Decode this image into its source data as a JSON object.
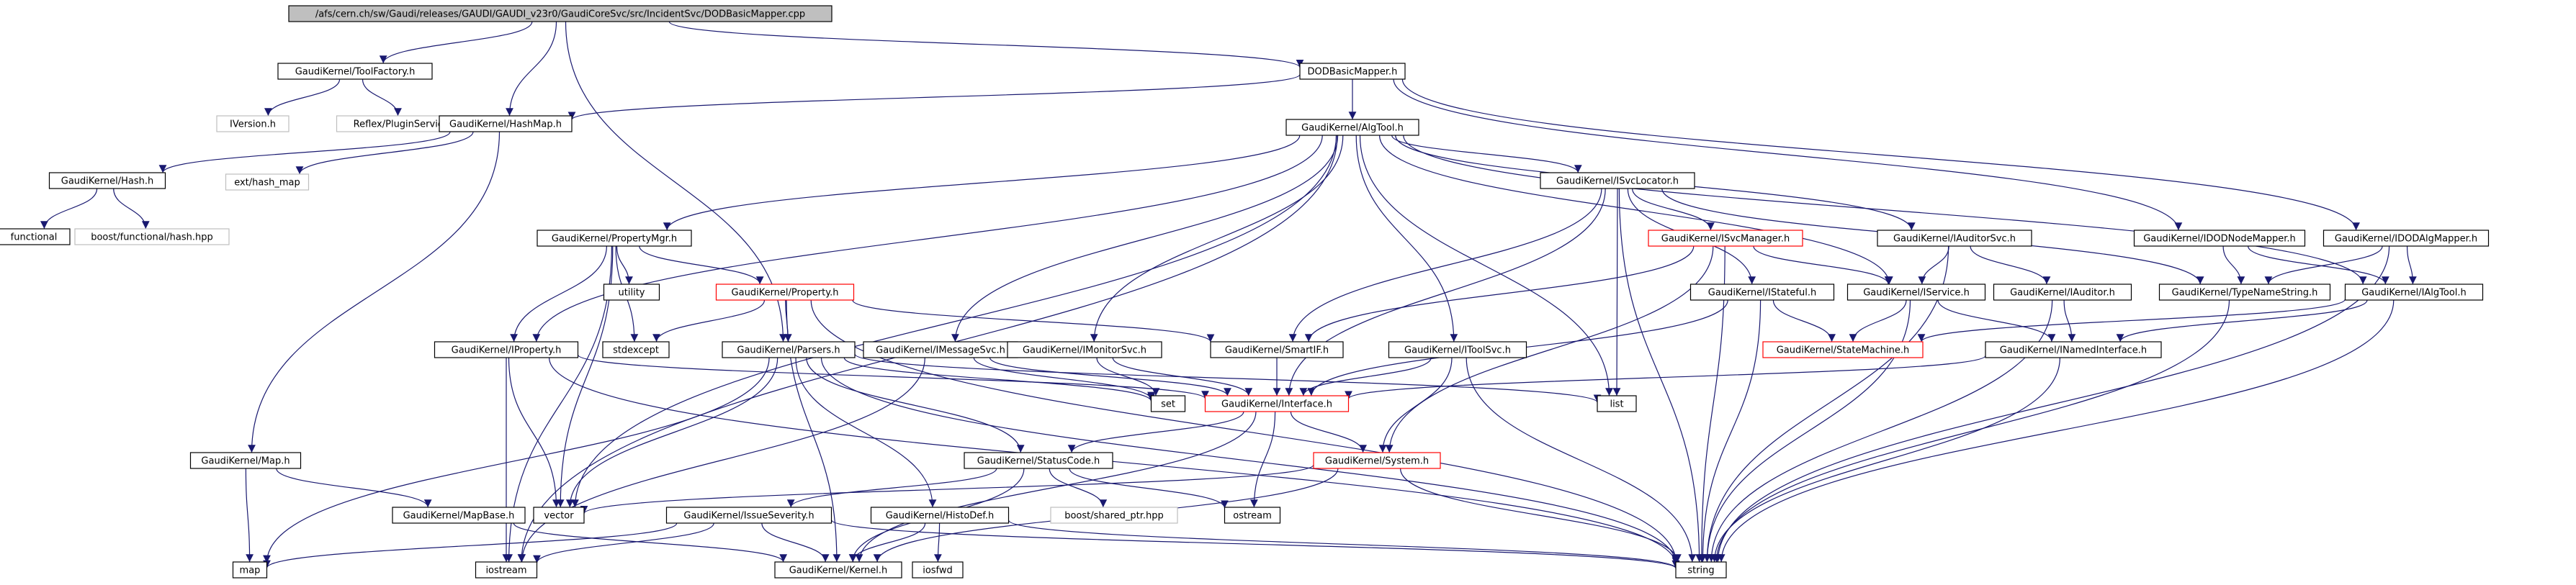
{
  "colors": {
    "edge": "#191970",
    "root_fill": "#bfbfbf",
    "box_fill": "#ffffff",
    "border_documented": "#000000",
    "border_truncated": "#ff0000",
    "border_external": "#bfbfbf"
  },
  "diagram": {
    "nodes": [
      {
        "id": "root",
        "label": "/afs/cern.ch/sw/Gaudi/releases/GAUDI/GAUDI_v23r0/GaudiCoreSvc/src/IncidentSvc/DODBasicMapper.cpp",
        "kind": "root"
      },
      {
        "id": "toolfactory",
        "label": "GaudiKernel/ToolFactory.h",
        "kind": "doc"
      },
      {
        "id": "dodbasicmapper_h",
        "label": "DODBasicMapper.h",
        "kind": "doc"
      },
      {
        "id": "iversion",
        "label": "IVersion.h",
        "kind": "ext"
      },
      {
        "id": "pluginservice",
        "label": "Reflex/PluginService.h",
        "kind": "ext"
      },
      {
        "id": "hashmap",
        "label": "GaudiKernel/HashMap.h",
        "kind": "doc"
      },
      {
        "id": "algtool",
        "label": "GaudiKernel/AlgTool.h",
        "kind": "doc"
      },
      {
        "id": "hash",
        "label": "GaudiKernel/Hash.h",
        "kind": "doc"
      },
      {
        "id": "exthashmap",
        "label": "ext/hash_map",
        "kind": "ext"
      },
      {
        "id": "functional",
        "label": "functional",
        "kind": "doc"
      },
      {
        "id": "boosthash",
        "label": "boost/functional/hash.hpp",
        "kind": "ext"
      },
      {
        "id": "isvclocator",
        "label": "GaudiKernel/ISvcLocator.h",
        "kind": "doc"
      },
      {
        "id": "iauditorsvc",
        "label": "GaudiKernel/IAuditorSvc.h",
        "kind": "doc"
      },
      {
        "id": "idodnodemapper",
        "label": "GaudiKernel/IDODNodeMapper.h",
        "kind": "doc"
      },
      {
        "id": "idodalgmapper",
        "label": "GaudiKernel/IDODAlgMapper.h",
        "kind": "doc"
      },
      {
        "id": "propertymgr",
        "label": "GaudiKernel/PropertyMgr.h",
        "kind": "doc"
      },
      {
        "id": "isvcmanager",
        "label": "GaudiKernel/ISvcManager.h",
        "kind": "trunc"
      },
      {
        "id": "utility",
        "label": "utility",
        "kind": "doc"
      },
      {
        "id": "property",
        "label": "GaudiKernel/Property.h",
        "kind": "trunc"
      },
      {
        "id": "istateful",
        "label": "GaudiKernel/IStateful.h",
        "kind": "doc"
      },
      {
        "id": "iservice",
        "label": "GaudiKernel/IService.h",
        "kind": "doc"
      },
      {
        "id": "iauditor",
        "label": "GaudiKernel/IAuditor.h",
        "kind": "doc"
      },
      {
        "id": "typenamestring",
        "label": "GaudiKernel/TypeNameString.h",
        "kind": "doc"
      },
      {
        "id": "ialgtool",
        "label": "GaudiKernel/IAlgTool.h",
        "kind": "doc"
      },
      {
        "id": "stdexcept",
        "label": "stdexcept",
        "kind": "doc"
      },
      {
        "id": "iproperty",
        "label": "GaudiKernel/IProperty.h",
        "kind": "doc"
      },
      {
        "id": "parsers",
        "label": "GaudiKernel/Parsers.h",
        "kind": "doc"
      },
      {
        "id": "imessagesvc",
        "label": "GaudiKernel/IMessageSvc.h",
        "kind": "doc"
      },
      {
        "id": "imonitorsvc",
        "label": "GaudiKernel/IMonitorSvc.h",
        "kind": "doc"
      },
      {
        "id": "smartif",
        "label": "GaudiKernel/SmartIF.h",
        "kind": "doc"
      },
      {
        "id": "itoolsvc",
        "label": "GaudiKernel/IToolSvc.h",
        "kind": "doc"
      },
      {
        "id": "statemachine",
        "label": "GaudiKernel/StateMachine.h",
        "kind": "trunc"
      },
      {
        "id": "inamedinterface",
        "label": "GaudiKernel/INamedInterface.h",
        "kind": "doc"
      },
      {
        "id": "set",
        "label": "set",
        "kind": "doc"
      },
      {
        "id": "interface",
        "label": "GaudiKernel/Interface.h",
        "kind": "trunc"
      },
      {
        "id": "list",
        "label": "list",
        "kind": "doc"
      },
      {
        "id": "map_h",
        "label": "GaudiKernel/Map.h",
        "kind": "doc"
      },
      {
        "id": "statuscode",
        "label": "GaudiKernel/StatusCode.h",
        "kind": "doc"
      },
      {
        "id": "system",
        "label": "GaudiKernel/System.h",
        "kind": "trunc"
      },
      {
        "id": "mapbase",
        "label": "GaudiKernel/MapBase.h",
        "kind": "doc"
      },
      {
        "id": "vector",
        "label": "vector",
        "kind": "doc"
      },
      {
        "id": "issueseverity",
        "label": "GaudiKernel/IssueSeverity.h",
        "kind": "doc"
      },
      {
        "id": "histodef",
        "label": "GaudiKernel/HistoDef.h",
        "kind": "doc"
      },
      {
        "id": "boostsharedptr",
        "label": "boost/shared_ptr.hpp",
        "kind": "ext"
      },
      {
        "id": "ostream",
        "label": "ostream",
        "kind": "doc"
      },
      {
        "id": "map",
        "label": "map",
        "kind": "doc"
      },
      {
        "id": "iostream",
        "label": "iostream",
        "kind": "doc"
      },
      {
        "id": "kernel",
        "label": "GaudiKernel/Kernel.h",
        "kind": "doc"
      },
      {
        "id": "iosfwd",
        "label": "iosfwd",
        "kind": "doc"
      },
      {
        "id": "string",
        "label": "string",
        "kind": "doc"
      }
    ],
    "edges": [
      [
        "root",
        "toolfactory"
      ],
      [
        "root",
        "hashmap"
      ],
      [
        "root",
        "dodbasicmapper_h"
      ],
      [
        "root",
        "parsers"
      ],
      [
        "toolfactory",
        "iversion"
      ],
      [
        "toolfactory",
        "pluginservice"
      ],
      [
        "dodbasicmapper_h",
        "hashmap"
      ],
      [
        "dodbasicmapper_h",
        "algtool"
      ],
      [
        "dodbasicmapper_h",
        "idodnodemapper"
      ],
      [
        "dodbasicmapper_h",
        "idodalgmapper"
      ],
      [
        "hashmap",
        "hash"
      ],
      [
        "hashmap",
        "exthashmap"
      ],
      [
        "hashmap",
        "map_h"
      ],
      [
        "hash",
        "functional"
      ],
      [
        "hash",
        "boosthash"
      ],
      [
        "algtool",
        "propertymgr"
      ],
      [
        "algtool",
        "iproperty"
      ],
      [
        "algtool",
        "isvclocator"
      ],
      [
        "algtool",
        "iauditorsvc"
      ],
      [
        "algtool",
        "imessagesvc"
      ],
      [
        "algtool",
        "imonitorsvc"
      ],
      [
        "algtool",
        "itoolsvc"
      ],
      [
        "algtool",
        "ialgtool"
      ],
      [
        "algtool",
        "iservice"
      ],
      [
        "algtool",
        "list"
      ],
      [
        "algtool",
        "vector"
      ],
      [
        "algtool",
        "iostream"
      ],
      [
        "isvclocator",
        "isvcmanager"
      ],
      [
        "isvclocator",
        "istateful"
      ],
      [
        "isvclocator",
        "smartif"
      ],
      [
        "isvclocator",
        "interface"
      ],
      [
        "isvclocator",
        "typenamestring"
      ],
      [
        "isvclocator",
        "list"
      ],
      [
        "isvclocator",
        "string"
      ],
      [
        "iauditorsvc",
        "iservice"
      ],
      [
        "iauditorsvc",
        "iauditor"
      ],
      [
        "iauditorsvc",
        "string"
      ],
      [
        "idodnodemapper",
        "typenamestring"
      ],
      [
        "idodnodemapper",
        "ialgtool"
      ],
      [
        "idodalgmapper",
        "typenamestring"
      ],
      [
        "idodalgmapper",
        "ialgtool"
      ],
      [
        "idodalgmapper",
        "string"
      ],
      [
        "propertymgr",
        "iproperty"
      ],
      [
        "propertymgr",
        "property"
      ],
      [
        "propertymgr",
        "utility"
      ],
      [
        "propertymgr",
        "stdexcept"
      ],
      [
        "propertymgr",
        "vector"
      ],
      [
        "propertymgr",
        "iostream"
      ],
      [
        "isvcmanager",
        "iservice"
      ],
      [
        "isvcmanager",
        "smartif"
      ],
      [
        "isvcmanager",
        "system"
      ],
      [
        "isvcmanager",
        "string"
      ],
      [
        "property",
        "parsers"
      ],
      [
        "property",
        "stdexcept"
      ],
      [
        "property",
        "smartif"
      ],
      [
        "property",
        "kernel"
      ],
      [
        "property",
        "string"
      ],
      [
        "istateful",
        "interface"
      ],
      [
        "istateful",
        "statemachine"
      ],
      [
        "istateful",
        "string"
      ],
      [
        "iservice",
        "statemachine"
      ],
      [
        "iservice",
        "inamedinterface"
      ],
      [
        "iservice",
        "string"
      ],
      [
        "iauditor",
        "inamedinterface"
      ],
      [
        "iauditor",
        "string"
      ],
      [
        "typenamestring",
        "string"
      ],
      [
        "ialgtool",
        "inamedinterface"
      ],
      [
        "ialgtool",
        "statemachine"
      ],
      [
        "ialgtool",
        "string"
      ],
      [
        "iproperty",
        "interface"
      ],
      [
        "iproperty",
        "vector"
      ],
      [
        "iproperty",
        "iostream"
      ],
      [
        "iproperty",
        "string"
      ],
      [
        "parsers",
        "statuscode"
      ],
      [
        "parsers",
        "histodef"
      ],
      [
        "parsers",
        "vector"
      ],
      [
        "parsers",
        "map"
      ],
      [
        "parsers",
        "set"
      ],
      [
        "parsers",
        "list"
      ],
      [
        "parsers",
        "string"
      ],
      [
        "imessagesvc",
        "interface"
      ],
      [
        "imessagesvc",
        "set"
      ],
      [
        "imessagesvc",
        "iostream"
      ],
      [
        "imonitorsvc",
        "interface"
      ],
      [
        "imonitorsvc",
        "set"
      ],
      [
        "smartif",
        "interface"
      ],
      [
        "itoolsvc",
        "interface"
      ],
      [
        "itoolsvc",
        "system"
      ],
      [
        "itoolsvc",
        "string"
      ],
      [
        "inamedinterface",
        "interface"
      ],
      [
        "inamedinterface",
        "string"
      ],
      [
        "interface",
        "statuscode"
      ],
      [
        "interface",
        "system"
      ],
      [
        "interface",
        "ostream"
      ],
      [
        "interface",
        "kernel"
      ],
      [
        "map_h",
        "mapbase"
      ],
      [
        "map_h",
        "map"
      ],
      [
        "statuscode",
        "issueseverity"
      ],
      [
        "statuscode",
        "boostsharedptr"
      ],
      [
        "statuscode",
        "ostream"
      ],
      [
        "statuscode",
        "kernel"
      ],
      [
        "system",
        "kernel"
      ],
      [
        "system",
        "vector"
      ],
      [
        "system",
        "string"
      ],
      [
        "mapbase",
        "kernel"
      ],
      [
        "issueseverity",
        "map"
      ],
      [
        "issueseverity",
        "iostream"
      ],
      [
        "issueseverity",
        "kernel"
      ],
      [
        "issueseverity",
        "string"
      ],
      [
        "histodef",
        "iosfwd"
      ],
      [
        "histodef",
        "kernel"
      ],
      [
        "histodef",
        "string"
      ]
    ]
  }
}
